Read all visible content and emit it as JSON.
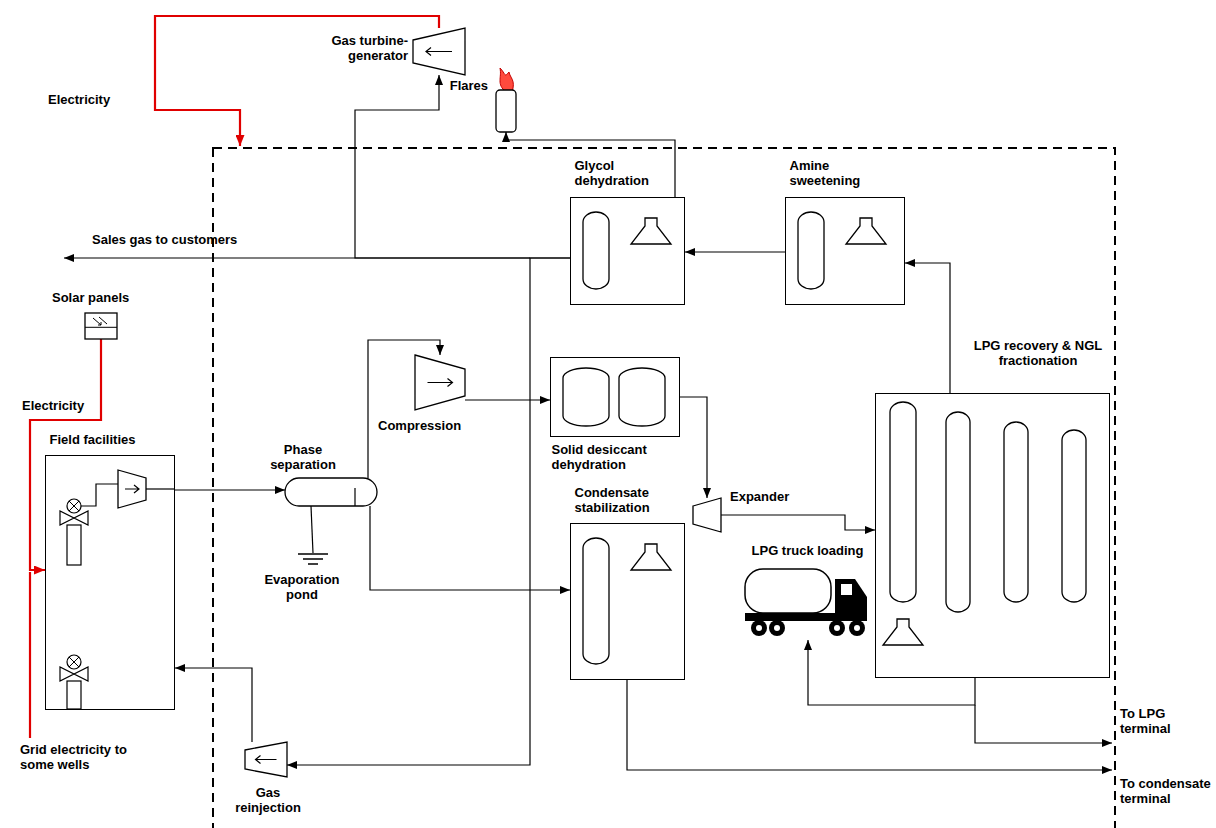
{
  "diagram": {
    "nodes": [
      {
        "text": [
          "Field facilities"
        ]
      },
      {
        "text": [
          "Solar panels"
        ]
      },
      {
        "text": [
          "Phase separation"
        ]
      },
      {
        "text": [
          "Evaporation pond"
        ]
      },
      {
        "text": [
          "Compression"
        ]
      },
      {
        "text": [
          "Solid desiccant dehydration"
        ]
      },
      {
        "text": [
          "Expander"
        ]
      },
      {
        "text": [
          "LPG recovery & NGL fractionation"
        ]
      },
      {
        "text": [
          "Amine sweetening"
        ]
      },
      {
        "text": [
          "Glycol dehydration"
        ]
      },
      {
        "text": [
          "Flares"
        ]
      },
      {
        "text": [
          "Gas turbine-generator"
        ]
      },
      {
        "text": [
          "Condensate stabilization"
        ]
      },
      {
        "text": [
          "LPG truck loading"
        ]
      },
      {
        "text": [
          "Gas reinjection"
        ]
      }
    ],
    "edges": [
      {
        "from": 0,
        "to": 2,
        "arrow": "to"
      },
      {
        "from": 1,
        "to": 0,
        "arrow": "to"
      },
      {
        "from": 2,
        "to": 4,
        "arrow": "to"
      },
      {
        "from": 2,
        "to": 3,
        "arrow": "none"
      },
      {
        "from": 2,
        "to": 12,
        "arrow": "to"
      },
      {
        "from": 4,
        "to": 5,
        "arrow": "to"
      },
      {
        "from": 5,
        "to": 6,
        "arrow": "to"
      },
      {
        "from": 6,
        "to": 7,
        "arrow": "to"
      },
      {
        "from": 7,
        "to": 8,
        "arrow": "to"
      },
      {
        "from": 8,
        "to": 9,
        "arrow": "to"
      },
      {
        "from": 9,
        "to": 11,
        "arrow": "to"
      },
      {
        "from": 9,
        "to": 14,
        "arrow": "to"
      },
      {
        "from": 14,
        "to": 0,
        "arrow": "to"
      },
      {
        "from": 9,
        "to": 10,
        "arrow": "to"
      },
      {
        "from": 7,
        "to": 13,
        "arrow": "to"
      }
    ],
    "labels": [
      "Electricity",
      "Sales gas to customers",
      "Electricity",
      "Grid electricity to some wells",
      "To LPG terminal",
      "To condensate terminal"
    ]
  }
}
